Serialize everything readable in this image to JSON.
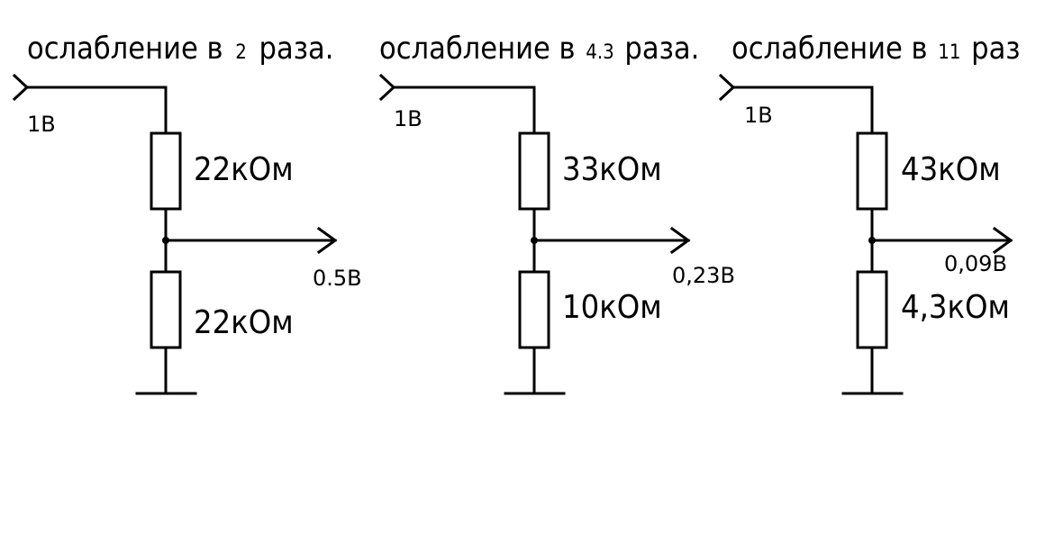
{
  "circuits": [
    {
      "title_prefix": "ослабление в",
      "title_factor": "2",
      "title_suffix": "раза.",
      "input_label": "1В",
      "r_top": "22кОм",
      "r_bottom": "22кОм",
      "output_label": "0.5В"
    },
    {
      "title_prefix": "ослабление в",
      "title_factor": "4.3",
      "title_suffix": "раза.",
      "input_label": "1В",
      "r_top": "33кОм",
      "r_bottom": "10кОм",
      "output_label": "0,23В"
    },
    {
      "title_prefix": "ослабление в",
      "title_factor": "11",
      "title_suffix": "раз",
      "input_label": "1В",
      "r_top": "43кОм",
      "r_bottom": "4,3кОм",
      "output_label": "0,09В"
    }
  ]
}
